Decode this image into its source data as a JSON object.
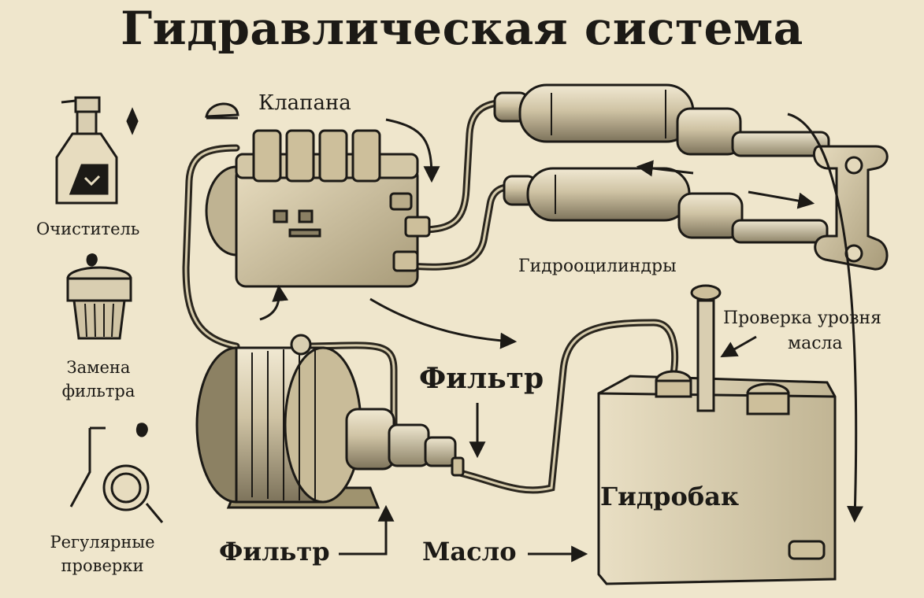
{
  "title": "Гидравлическая система",
  "labels": {
    "valves": "Клапана",
    "cylinders": "Гидрооцилиндры",
    "oil_check_line1": "Проверка уровня",
    "oil_check_line2": "масла",
    "filter_center": "Фильтр",
    "filter_bottom": "Фильтр",
    "oil": "Масло",
    "tank": "Гидробак"
  },
  "sidebar": {
    "items": [
      {
        "label": "Очиститель",
        "icon": "spray-bottle-icon"
      },
      {
        "label_line1": "Замена",
        "label_line2": "фильтра",
        "icon": "filter-cartridge-icon"
      },
      {
        "label_line1": "Регулярные",
        "label_line2": "проверки",
        "icon": "inspection-gauge-icon"
      }
    ]
  },
  "colors": {
    "background": "#efe6cc",
    "ink": "#1c1a16",
    "metal_light": "#d9ceb1",
    "metal_mid": "#b4a785",
    "metal_dark": "#6f6650"
  }
}
